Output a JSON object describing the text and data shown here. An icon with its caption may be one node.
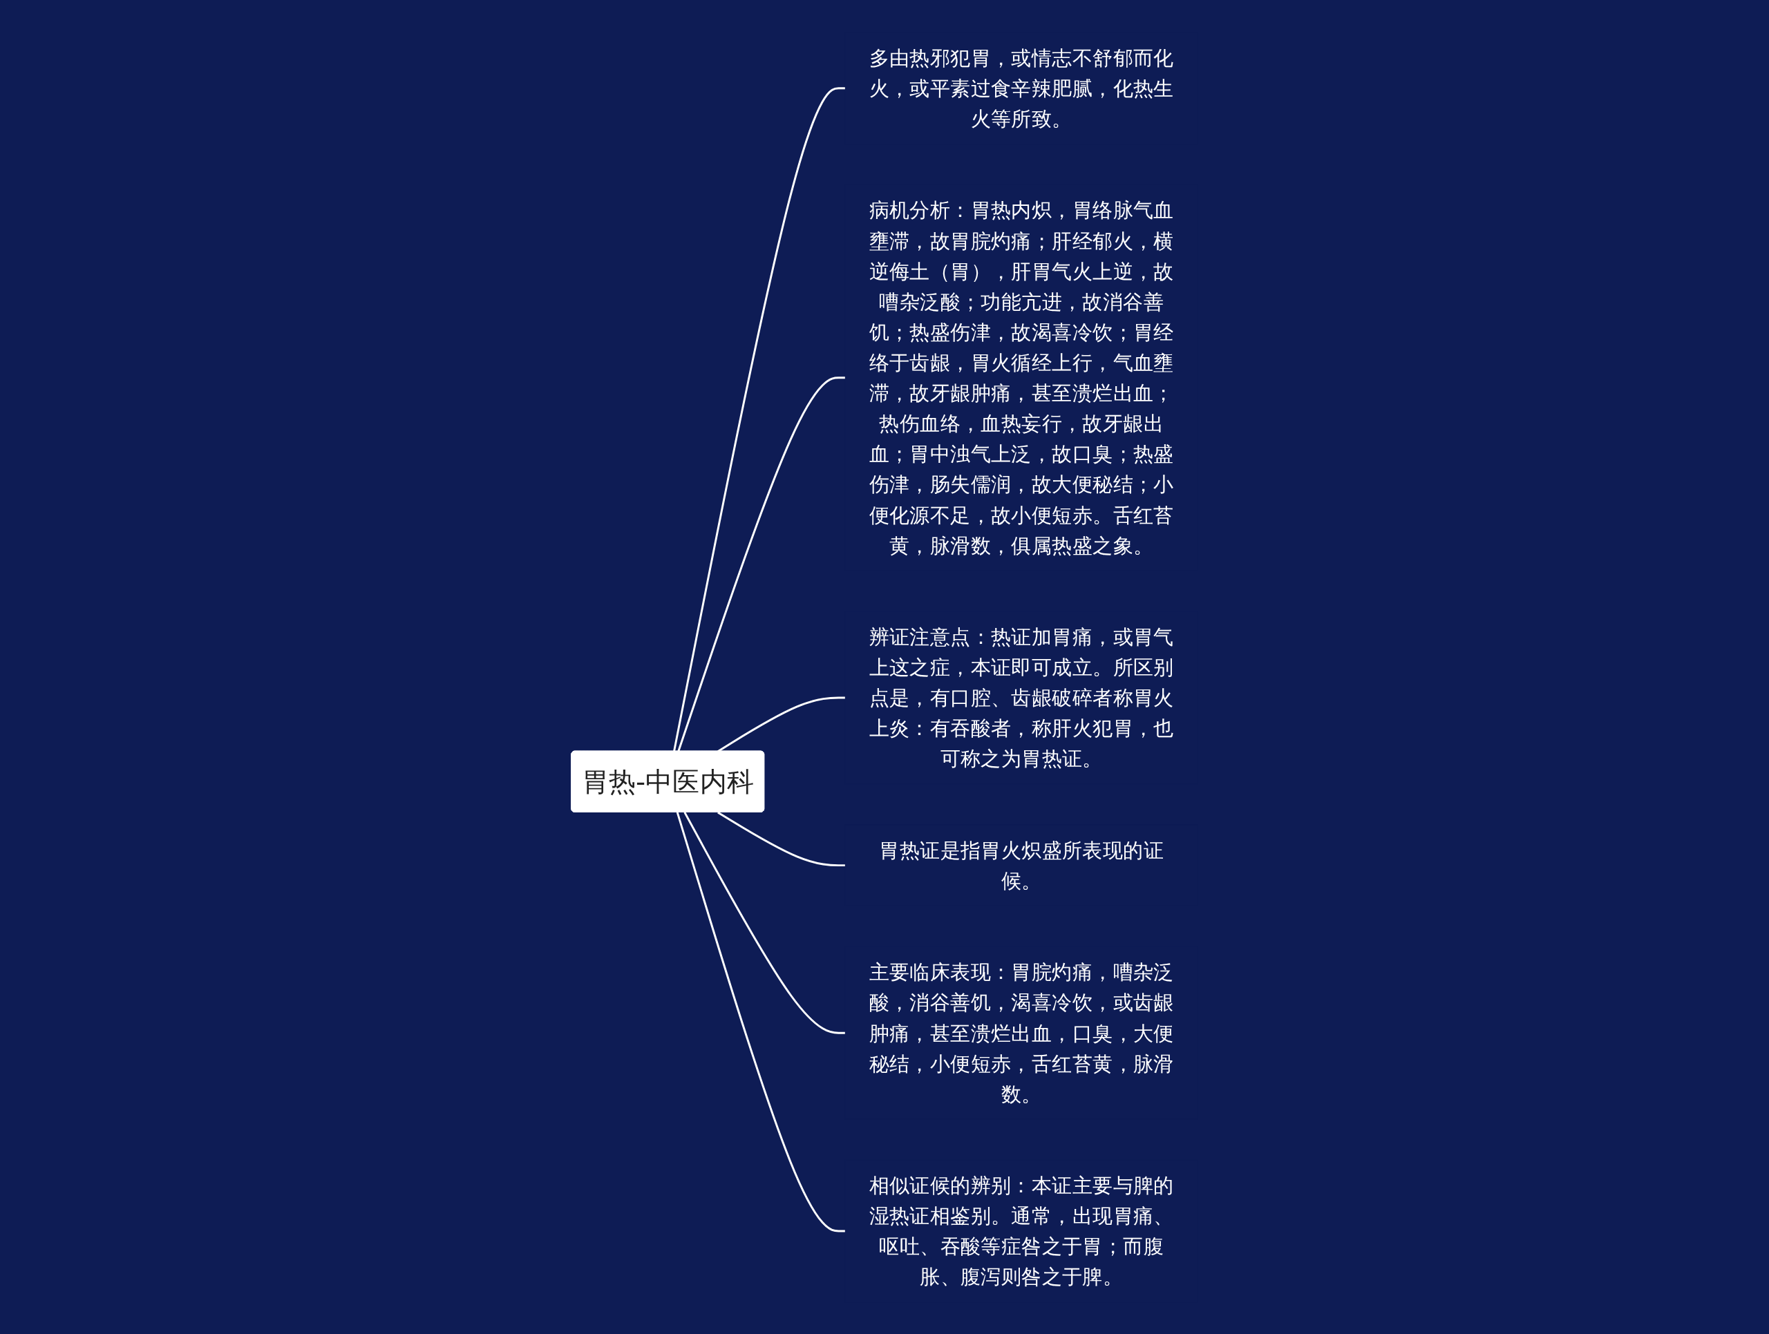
{
  "diagram": {
    "nodes": [
      {
        "text": [
          "胃热-中医内科"
        ]
      },
      {
        "text": [
          "多由热邪犯胃，或情志不舒郁而化火，或平素过食辛辣肥腻，化热生火等所致。"
        ]
      },
      {
        "text": [
          "病机分析：胃热内炽，胃络脉气血壅滞，故胃脘灼痛；肝经郁火，横逆侮土（胃），肝胃气火上逆，故嘈杂泛酸；功能亢进，故消谷善饥；热盛伤津，故渴喜冷饮；胃经络于齿龈，胃火循经上行，气血壅滞，故牙龈肿痛，甚至溃烂出血；热伤血络，血热妄行，故牙龈出血；胃中浊气上泛，故口臭；热盛伤津，肠失儒润，故大便秘结；小便化源不足，故小便短赤。舌红苔黄，脉滑数，俱属热盛之象。"
        ]
      },
      {
        "text": [
          "辨证注意点：热证加胃痛，或胃气上这之症，本证即可成立。所区别点是，有口腔、齿龈破碎者称胃火上炎：有吞酸者，称肝火犯胃，也可称之为胃热证。"
        ]
      },
      {
        "text": [
          "胃热证是指胃火炽盛所表现的证候。"
        ]
      },
      {
        "text": [
          "主要临床表现：胃脘灼痛，嘈杂泛酸，消谷善饥，渴喜冷饮，或齿龈肿痛，甚至溃烂出血，口臭，大便秘结，小便短赤，舌红苔黄，脉滑数。"
        ]
      },
      {
        "text": [
          "相似证候的辨别：本证主要与脾的湿热证相鉴别。通常，出现胃痛、呕吐、吞酸等症咎之于胃；而腹胀、腹泻则咎之于脾。"
        ]
      }
    ],
    "edges": [
      {
        "from": 0,
        "to": 1,
        "arrow": "none"
      },
      {
        "from": 0,
        "to": 2,
        "arrow": "none"
      },
      {
        "from": 0,
        "to": 3,
        "arrow": "none"
      },
      {
        "from": 0,
        "to": 4,
        "arrow": "none"
      },
      {
        "from": 0,
        "to": 5,
        "arrow": "none"
      },
      {
        "from": 0,
        "to": 6,
        "arrow": "none"
      }
    ]
  }
}
